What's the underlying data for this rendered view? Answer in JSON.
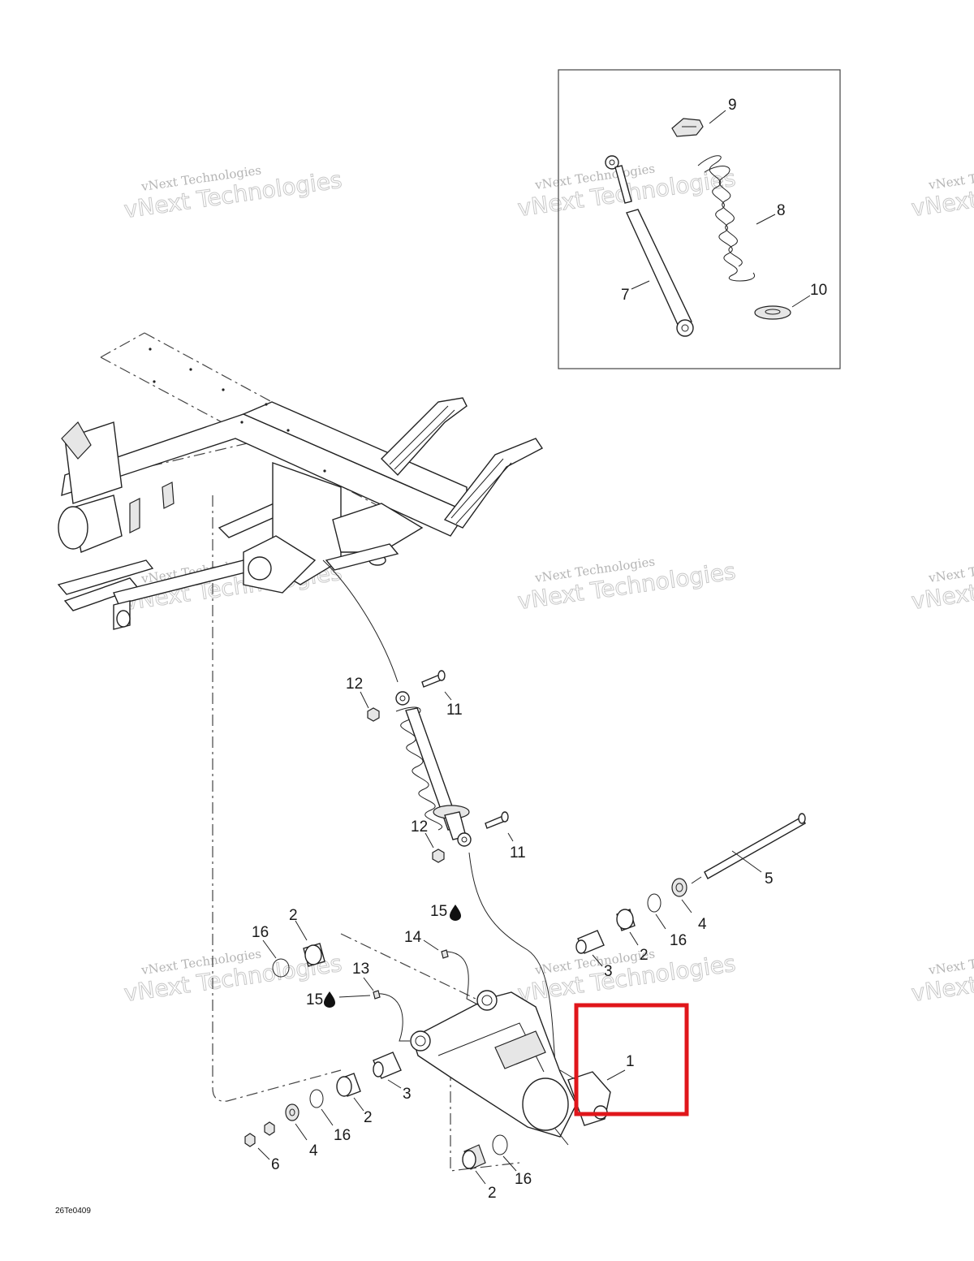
{
  "diagram": {
    "reference_code": "26Te0409",
    "watermark_line1": "vNext Technologies",
    "watermark_line2": "vNext Technologies",
    "highlight_color": "#e0161b",
    "callouts": [
      {
        "id": "c9",
        "label": "9"
      },
      {
        "id": "c8",
        "label": "8"
      },
      {
        "id": "c7",
        "label": "7"
      },
      {
        "id": "c10",
        "label": "10"
      },
      {
        "id": "c12a",
        "label": "12"
      },
      {
        "id": "c11a",
        "label": "11"
      },
      {
        "id": "c12b",
        "label": "12"
      },
      {
        "id": "c11b",
        "label": "11"
      },
      {
        "id": "c5",
        "label": "5"
      },
      {
        "id": "c4a",
        "label": "4"
      },
      {
        "id": "c16a",
        "label": "16"
      },
      {
        "id": "c2a",
        "label": "2"
      },
      {
        "id": "c3a",
        "label": "3"
      },
      {
        "id": "c15a",
        "label": "15"
      },
      {
        "id": "c14",
        "label": "14"
      },
      {
        "id": "c16b",
        "label": "16"
      },
      {
        "id": "c2b",
        "label": "2"
      },
      {
        "id": "c13",
        "label": "13"
      },
      {
        "id": "c15b",
        "label": "15"
      },
      {
        "id": "c1",
        "label": "1"
      },
      {
        "id": "c3b",
        "label": "3"
      },
      {
        "id": "c2c",
        "label": "2"
      },
      {
        "id": "c16c",
        "label": "16"
      },
      {
        "id": "c4b",
        "label": "4"
      },
      {
        "id": "c6",
        "label": "6"
      },
      {
        "id": "c16d",
        "label": "16"
      },
      {
        "id": "c2d",
        "label": "2"
      }
    ]
  }
}
